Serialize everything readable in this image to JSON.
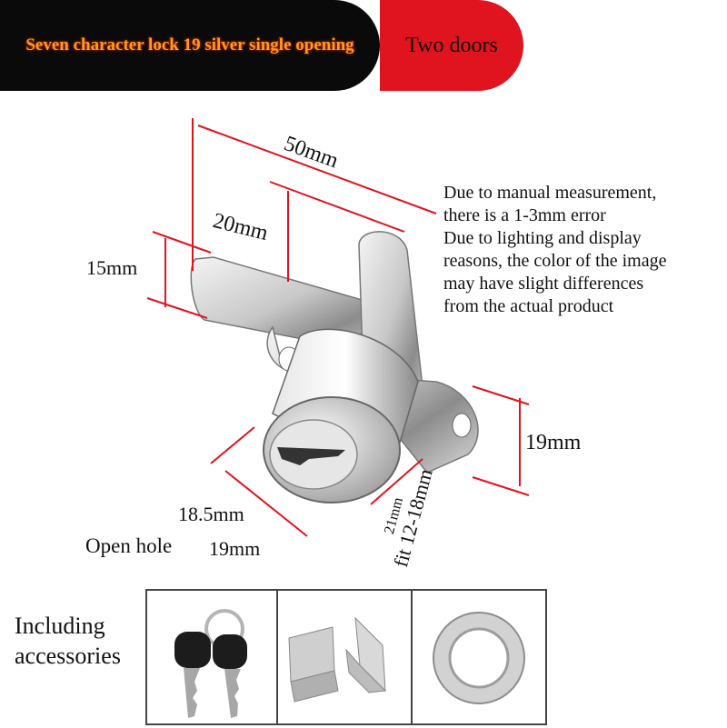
{
  "banner": {
    "variant_label": "Seven character lock 19 silver single opening",
    "option_label": "Two doors",
    "variant_bg": "#0a0a0a",
    "variant_text_color": "#ff9a1f",
    "option_bg": "#e0141e"
  },
  "dimensions": {
    "length": "50mm",
    "plate_width": "20mm",
    "plate_height": "15mm",
    "body_height": "19mm",
    "cylinder_length": "18.5mm",
    "open_hole_label": "Open hole",
    "open_hole_size": "19mm",
    "fit_top": "21mm",
    "fit_bottom": "fit 12-18mm",
    "line_color": "#e0141e"
  },
  "note": {
    "lines": [
      "Due to manual measurement,",
      "there is a 1-3mm error",
      "Due to lighting and display",
      "reasons, the color of the image",
      "may have slight differences",
      "from the actual product"
    ]
  },
  "accessories": {
    "label_line1": "Including",
    "label_line2": "accessories",
    "items": [
      "keys",
      "bracket",
      "ring"
    ]
  }
}
